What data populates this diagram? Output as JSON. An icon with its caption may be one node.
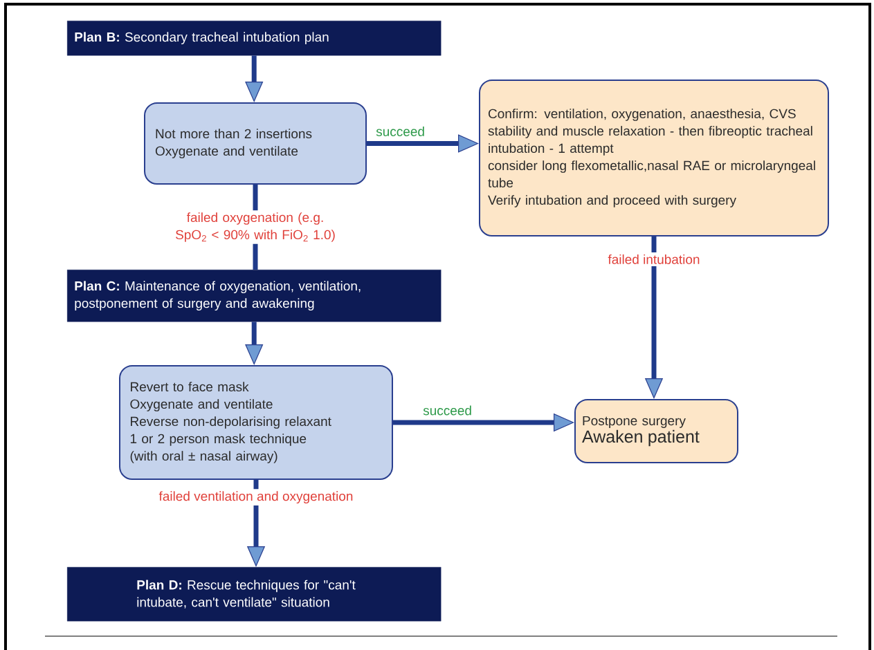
{
  "diagram": {
    "nodes": [
      {
        "text": [
          "**Plan B:** Secondary tracheal intubation plan"
        ]
      },
      {
        "text": [
          "Not more than 2 insertions",
          "Oxygenate and ventilate"
        ]
      },
      {
        "text": [
          "Confirm: ventilation, oxygenation, anaesthesia, CVS stability and muscle relaxation - then fibreoptic tracheal intubation - 1 attempt",
          "consider long flexometallic,nasal RAE or microlaryngeal tube",
          "Verify intubation and proceed with surgery"
        ]
      },
      {
        "text": [
          "**Plan C:** Maintenance of oxygenation, ventilation, postponement of surgery and awakening"
        ]
      },
      {
        "text": [
          "Revert to face mask",
          "Oxygenate and ventilate",
          "Reverse non-depolarising relaxant",
          "1 or 2 person mask technique",
          "(with oral ± nasal airway)"
        ]
      },
      {
        "text": [
          "Postpone surgery",
          "Awaken patient"
        ]
      },
      {
        "text": [
          "**Plan D:** Rescue techniques for \"can't intubate, can't ventilate\" situation"
        ]
      }
    ],
    "edges": [
      {
        "from": 0,
        "to": 1,
        "arrow": "to"
      },
      {
        "from": 1,
        "to": 2,
        "arrow": "to",
        "label": "succeed"
      },
      {
        "from": 1,
        "to": 3,
        "arrow": "none",
        "label": "failed oxygenation (e.g. SpO$_{2}$ < 90% with FiO$_{2}$ 1.0)"
      },
      {
        "from": 3,
        "to": 4,
        "arrow": "to"
      },
      {
        "from": 2,
        "to": 5,
        "arrow": "to",
        "label": "failed intubation"
      },
      {
        "from": 4,
        "to": 5,
        "arrow": "to",
        "label": "succeed"
      },
      {
        "from": 4,
        "to": 6,
        "arrow": "to",
        "label": "failed ventilation and oxygenation"
      }
    ]
  }
}
